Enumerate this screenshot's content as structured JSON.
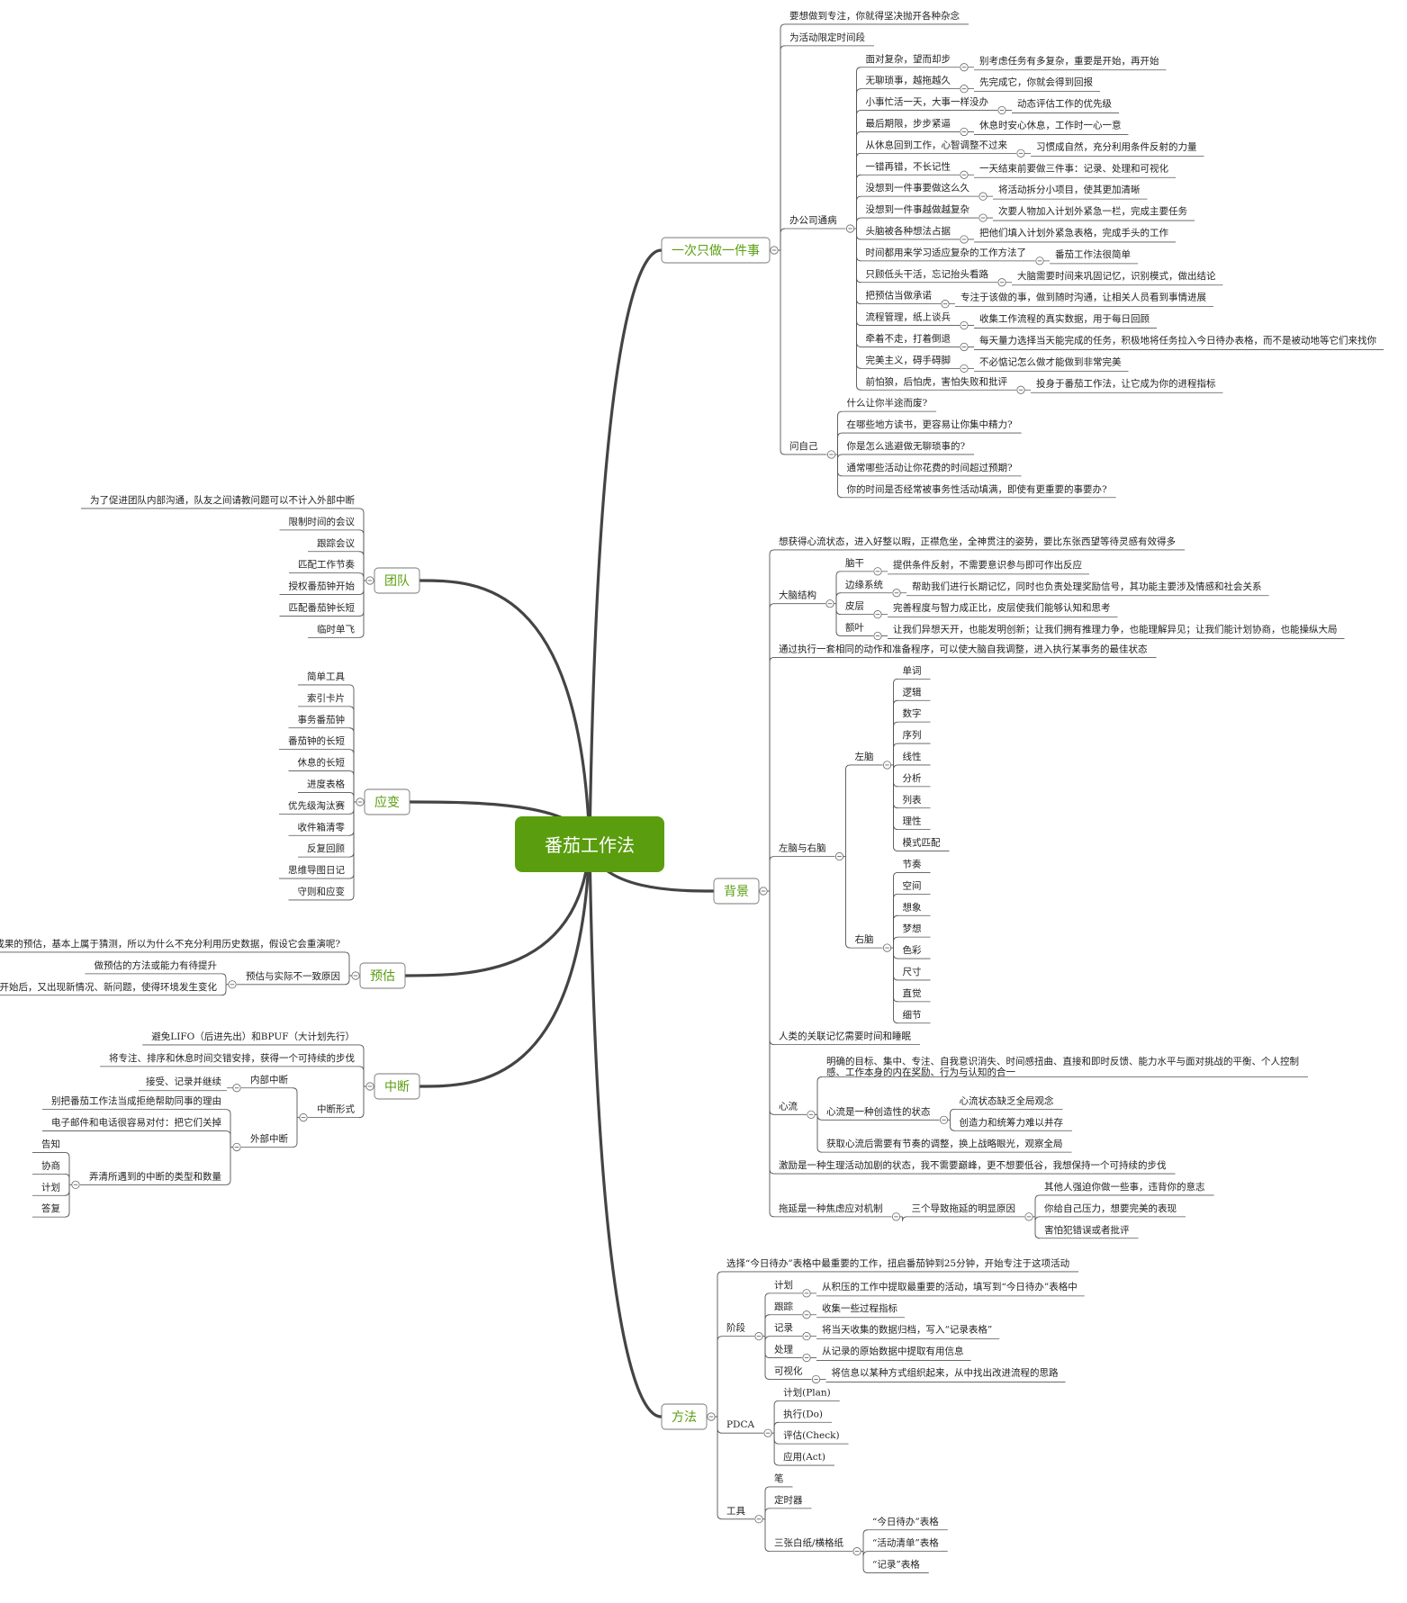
{
  "central": "番茄工作法",
  "colors": {
    "central_fill": "#5a9e0f",
    "branch_text": "#5a9e0f",
    "line": "#555555"
  },
  "branches": [
    {
      "label": "一次只做一件事",
      "side": "right",
      "children": [
        {
          "label": "要想做到专注，你就得坚决抛开各种杂念"
        },
        {
          "label": "为活动限定时间段"
        },
        {
          "label": "办公司通病",
          "children": [
            {
              "label": "面对复杂，望而却步",
              "children": [
                {
                  "label": "别考虑任务有多复杂，重要是开始，再开始"
                }
              ]
            },
            {
              "label": "无聊琐事，越拖越久",
              "children": [
                {
                  "label": "先完成它，你就会得到回报"
                }
              ]
            },
            {
              "label": "小事忙活一天，大事一样没办",
              "children": [
                {
                  "label": "动态评估工作的优先级"
                }
              ]
            },
            {
              "label": "最后期限，步步紧逼",
              "children": [
                {
                  "label": "休息时安心休息，工作时一心一意"
                }
              ]
            },
            {
              "label": "从休息回到工作，心智调整不过来",
              "children": [
                {
                  "label": "习惯成自然，充分利用条件反射的力量"
                }
              ]
            },
            {
              "label": "一错再错，不长记性",
              "children": [
                {
                  "label": "一天结束前要做三件事：记录、处理和可视化"
                }
              ]
            },
            {
              "label": "没想到一件事要做这么久",
              "children": [
                {
                  "label": "将活动拆分小项目，使其更加清晰"
                }
              ]
            },
            {
              "label": "没想到一件事越做越复杂",
              "children": [
                {
                  "label": "次要人物加入计划外紧急一栏，完成主要任务"
                }
              ]
            },
            {
              "label": "头脑被各种想法占据",
              "children": [
                {
                  "label": "把他们填入计划外紧急表格，完成手头的工作"
                }
              ]
            },
            {
              "label": "时间都用来学习适应复杂的工作方法了",
              "children": [
                {
                  "label": "番茄工作法很简单"
                }
              ]
            },
            {
              "label": "只顾低头干活，忘记抬头看路",
              "children": [
                {
                  "label": "大脑需要时间来巩固记忆，识别模式，做出结论"
                }
              ]
            },
            {
              "label": "把预估当做承诺",
              "children": [
                {
                  "label": "专注于该做的事，做到随时沟通，让相关人员看到事情进展"
                }
              ]
            },
            {
              "label": "流程管理，纸上谈兵",
              "children": [
                {
                  "label": "收集工作流程的真实数据，用于每日回顾"
                }
              ]
            },
            {
              "label": "牵着不走，打着倒退",
              "children": [
                {
                  "label": "每天量力选择当天能完成的任务，积极地将任务拉入今日待办表格，而不是被动地等它们来找你"
                }
              ]
            },
            {
              "label": "完美主义，碍手碍脚",
              "children": [
                {
                  "label": "不必惦记怎么做才能做到非常完美"
                }
              ]
            },
            {
              "label": "前怕狼，后怕虎，害怕失败和批评",
              "children": [
                {
                  "label": "投身于番茄工作法，让它成为你的进程指标"
                }
              ]
            }
          ]
        },
        {
          "label": "问自己",
          "children": [
            {
              "label": "什么让你半途而废?"
            },
            {
              "label": "在哪些地方读书，更容易让你集中精力?"
            },
            {
              "label": "你是怎么逃避做无聊琐事的?"
            },
            {
              "label": "通常哪些活动让你花费的时间超过预期?"
            },
            {
              "label": "你的时间是否经常被事务性活动填满，即使有更重要的事要办?"
            }
          ]
        }
      ]
    },
    {
      "label": "背景",
      "side": "right",
      "children": [
        {
          "label": "想获得心流状态，进入好整以暇，正襟危坐，全神贯注的姿势，要比东张西望等待灵感有效得多"
        },
        {
          "label": "大脑结构",
          "children": [
            {
              "label": "脑干",
              "children": [
                {
                  "label": "提供条件反射，不需要意识参与即可作出反应"
                }
              ]
            },
            {
              "label": "边缘系统",
              "children": [
                {
                  "label": "帮助我们进行长期记忆，同时也负责处理奖励信号，其功能主要涉及情感和社会关系"
                }
              ]
            },
            {
              "label": "皮层",
              "children": [
                {
                  "label": "完善程度与智力成正比，皮层使我们能够认知和思考"
                }
              ]
            },
            {
              "label": "额叶",
              "children": [
                {
                  "label": "让我们异想天开，也能发明创新；让我们拥有推理力争，也能理解异见；让我们能计划协商，也能操纵大局"
                }
              ]
            }
          ]
        },
        {
          "label": "通过执行一套相同的动作和准备程序，可以使大脑自我调整，进入执行某事务的最佳状态"
        },
        {
          "label": "左脑与右脑",
          "children": [
            {
              "label": "左脑",
              "children": [
                {
                  "label": "单词"
                },
                {
                  "label": "逻辑"
                },
                {
                  "label": "数字"
                },
                {
                  "label": "序列"
                },
                {
                  "label": "线性"
                },
                {
                  "label": "分析"
                },
                {
                  "label": "列表"
                },
                {
                  "label": "理性"
                },
                {
                  "label": "模式匹配"
                }
              ]
            },
            {
              "label": "右脑",
              "children": [
                {
                  "label": "节奏"
                },
                {
                  "label": "空间"
                },
                {
                  "label": "想象"
                },
                {
                  "label": "梦想"
                },
                {
                  "label": "色彩"
                },
                {
                  "label": "尺寸"
                },
                {
                  "label": "直觉"
                },
                {
                  "label": "细节"
                }
              ]
            }
          ]
        },
        {
          "label": "人类的关联记忆需要时间和睡眠"
        },
        {
          "label": "心流",
          "children": [
            {
              "label": "明确的目标、集中、专注、自我意识消失、时间感扭曲、直接和即时反馈、能力水平与面对挑战的平衡、个人控制",
              "line2": "感、工作本身的内在奖励、行为与认知的合一"
            },
            {
              "label": "心流是一种创造性的状态",
              "children": [
                {
                  "label": "心流状态缺乏全局观念"
                },
                {
                  "label": "创造力和统筹力难以并存"
                }
              ]
            },
            {
              "label": "获取心流后需要有节奏的调整，换上战略眼光，观察全局"
            }
          ]
        },
        {
          "label": "激励是一种生理活动加剧的状态，我不需要巅峰，更不想要低谷，我想保持一个可持续的步伐"
        },
        {
          "label": "拖延是一种焦虑应对机制",
          "children": [
            {
              "label": "三个导致拖延的明显原因",
              "children": [
                {
                  "label": "其他人强迫你做一些事，违背你的意志"
                },
                {
                  "label": "你给自己压力，想要完美的表现"
                },
                {
                  "label": "害怕犯错误或者批评"
                }
              ]
            }
          ]
        }
      ]
    },
    {
      "label": "方法",
      "side": "right",
      "children": [
        {
          "label": "选择“今日待办”表格中最重要的工作，扭启番茄钟到25分钟，开始专注于这项活动"
        },
        {
          "label": "阶段",
          "children": [
            {
              "label": "计划",
              "children": [
                {
                  "label": "从积压的工作中提取最重要的活动，填写到“今日待办”表格中"
                }
              ]
            },
            {
              "label": "跟踪",
              "children": [
                {
                  "label": "收集一些过程指标"
                }
              ]
            },
            {
              "label": "记录",
              "children": [
                {
                  "label": "将当天收集的数据归档，写入“记录表格”"
                }
              ]
            },
            {
              "label": "处理",
              "children": [
                {
                  "label": "从记录的原始数据中提取有用信息"
                }
              ]
            },
            {
              "label": "可视化",
              "children": [
                {
                  "label": "将信息以某种方式组织起来，从中找出改进流程的思路"
                }
              ]
            }
          ]
        },
        {
          "label": "PDCA",
          "children": [
            {
              "label": "计划(Plan)"
            },
            {
              "label": "执行(Do)"
            },
            {
              "label": "评估(Check)"
            },
            {
              "label": "应用(Act)"
            }
          ]
        },
        {
          "label": "工具",
          "children": [
            {
              "label": "笔"
            },
            {
              "label": "定时器"
            },
            {
              "label": "三张白纸/横格纸",
              "children": [
                {
                  "label": "“今日待办”表格"
                },
                {
                  "label": "“活动清单”表格"
                },
                {
                  "label": "“记录”表格"
                }
              ]
            }
          ]
        }
      ]
    },
    {
      "label": "团队",
      "side": "left",
      "children": [
        {
          "label": "为了促进团队内部沟通，队友之间请教问题可以不计入外部中断"
        },
        {
          "label": "限制时间的会议"
        },
        {
          "label": "跟踪会议"
        },
        {
          "label": "匹配工作节奏"
        },
        {
          "label": "授权番茄钟开始"
        },
        {
          "label": "匹配番茄钟长短"
        },
        {
          "label": "临时单飞"
        }
      ]
    },
    {
      "label": "应变",
      "side": "left",
      "children": [
        {
          "label": "简单工具"
        },
        {
          "label": "索引卡片"
        },
        {
          "label": "事务番茄钟"
        },
        {
          "label": "番茄钟的长短"
        },
        {
          "label": "休息的长短"
        },
        {
          "label": "进度表格"
        },
        {
          "label": "优先级淘汰赛"
        },
        {
          "label": "收件箱清零"
        },
        {
          "label": "反复回顾"
        },
        {
          "label": "思维导图日记"
        },
        {
          "label": "守则和应变"
        }
      ]
    },
    {
      "label": "预估",
      "side": "left",
      "children": [
        {
          "label": "对未来成果的预估，基本上属于猜测，所以为什么不充分利用历史数据，假设它会重演呢?"
        },
        {
          "label": "预估与实际不一致原因",
          "children": [
            {
              "label": "做预估的方法或能力有待提升"
            },
            {
              "label": "工作开始后，又出现新情况、新问题，使得环境发生变化"
            }
          ]
        }
      ]
    },
    {
      "label": "中断",
      "side": "left",
      "children": [
        {
          "label": "避免LIFO（后进先出）和BPUF（大计划先行）"
        },
        {
          "label": "将专注、排序和休息时间交错安排，获得一个可持续的步伐"
        },
        {
          "label": "中断形式",
          "children": [
            {
              "label": "内部中断",
              "children": [
                {
                  "label": "接受、记录并继续"
                }
              ]
            },
            {
              "label": "外部中断",
              "children": [
                {
                  "label": "别把番茄工作法当成拒绝帮助同事的理由"
                },
                {
                  "label": "电子邮件和电话很容易对付：把它们关掉"
                },
                {
                  "label": "弄清所遇到的中断的类型和数量",
                  "children": [
                    {
                      "label": "告知"
                    },
                    {
                      "label": "协商"
                    },
                    {
                      "label": "计划"
                    },
                    {
                      "label": "答复"
                    }
                  ]
                }
              ]
            }
          ]
        }
      ]
    }
  ]
}
